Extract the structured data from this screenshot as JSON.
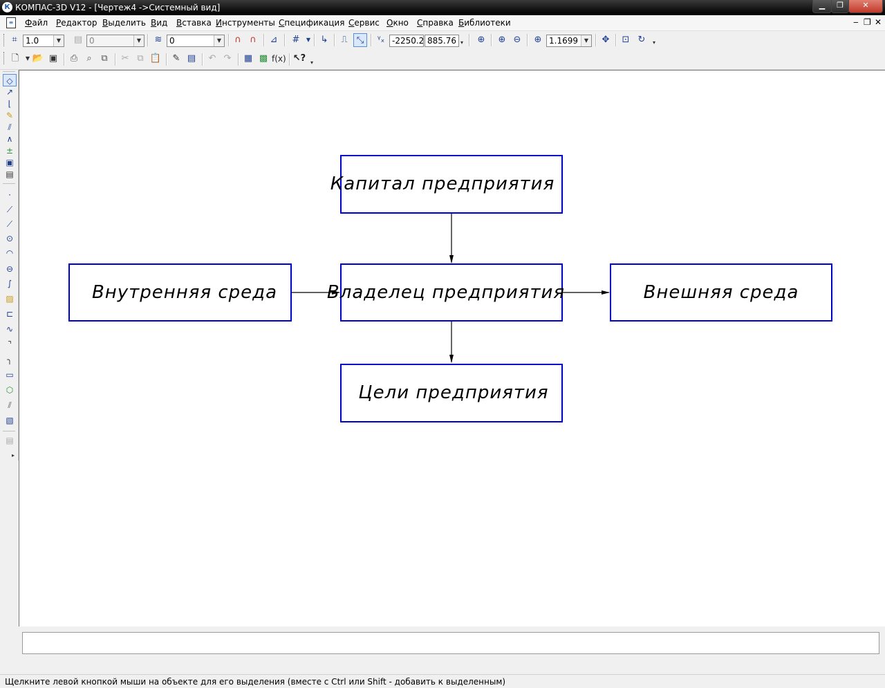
{
  "window": {
    "title": "КОМПАС-3D V12 - [Чертеж4 ->Системный вид]",
    "app_icon": "К"
  },
  "menu": [
    {
      "u": "Ф",
      "rest": "айл"
    },
    {
      "u": "Р",
      "rest": "едактор"
    },
    {
      "u": "В",
      "rest": "ыделить"
    },
    {
      "u": "В",
      "rest": "ид"
    },
    {
      "u": "В",
      "rest": "ставка"
    },
    {
      "u": "И",
      "rest": "нструменты"
    },
    {
      "u": "С",
      "rest": "пецификация"
    },
    {
      "u": "С",
      "rest": "ервис"
    },
    {
      "u": "О",
      "rest": "кно"
    },
    {
      "u": "С",
      "rest": "правка"
    },
    {
      "u": "Б",
      "rest": "иблиотеки"
    }
  ],
  "current_toolbar": {
    "scale": "1.0",
    "style": "0",
    "layer": "0",
    "coord_x": "-2250.2",
    "coord_y": "885.76",
    "zoom": "1.1699"
  },
  "diagram": {
    "stroke_color": "#0000cc",
    "boxes": {
      "capital": "Капитал предприятия",
      "owner": "Владелец предприятия",
      "internal": "Внутренняя среда",
      "external": "Внешняя среда",
      "goals": "Цели предприятия"
    }
  },
  "status": {
    "hint": "Щелкните левой кнопкой мыши на объекте для его выделения (вместе с Ctrl или Shift - добавить к выделенным)"
  }
}
